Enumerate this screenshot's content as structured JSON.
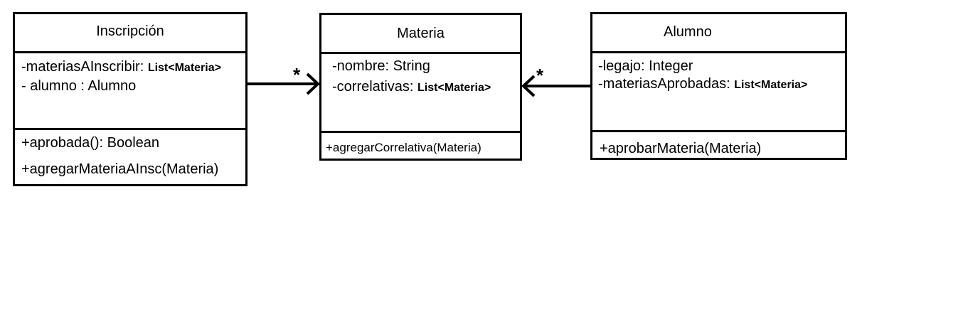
{
  "classes": {
    "inscripcion": {
      "name": "Inscripción",
      "attributes": [
        {
          "text": "-materiasAInscribir: ",
          "type": "List<Materia>"
        },
        {
          "text": "- alumno : Alumno",
          "type": ""
        }
      ],
      "methods": [
        "+aprobada(): Boolean",
        "+agregarMateriaAInsc(Materia)"
      ]
    },
    "materia": {
      "name": "Materia",
      "attributes": [
        {
          "text": "-nombre: String",
          "type": ""
        },
        {
          "text": "-correlativas:  ",
          "type": "List<Materia>"
        }
      ],
      "methods": [
        "+agregarCorrelativa(Materia)"
      ]
    },
    "alumno": {
      "name": "Alumno",
      "attributes": [
        {
          "text": "-legajo: Integer",
          "type": ""
        },
        {
          "text": "-materiasAprobadas: ",
          "type": "List<Materia>"
        }
      ],
      "methods": [
        "+aprobarMateria(Materia)"
      ]
    }
  },
  "associations": [
    {
      "from": "Inscripción",
      "to": "Materia",
      "multiplicity": "*"
    },
    {
      "from": "Alumno",
      "to": "Materia",
      "multiplicity": "*"
    }
  ]
}
